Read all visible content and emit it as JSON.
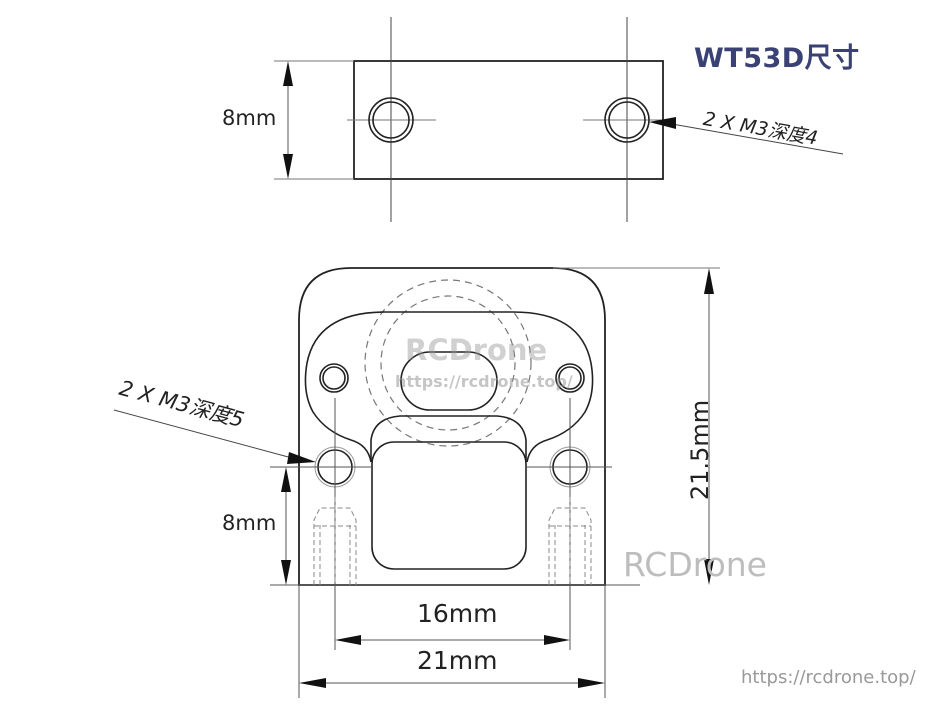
{
  "title": "WT53D尺寸",
  "top_view": {
    "height_label": "8mm",
    "callout": "2 X M3深度4"
  },
  "front_view": {
    "callout": "2 X M3深度5",
    "hole_offset_label": "8mm",
    "height_label": "21.5mm",
    "hole_spacing_label": "16mm",
    "width_label": "21mm"
  },
  "watermarks": {
    "center_brand": "RCDrone",
    "center_url": "https://rcdrone.top/",
    "right_brand": "RCDrone",
    "corner_url": "https://rcdrone.top/"
  },
  "colors": {
    "title": "#3a4174",
    "line": "#222222",
    "thin_line": "#555555",
    "watermark": "#bdbdbd"
  }
}
